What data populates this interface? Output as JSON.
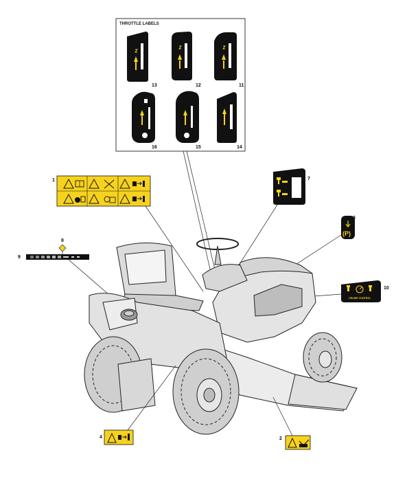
{
  "throttle_panel": {
    "title": "THROTTLE LABELS",
    "labels": [
      {
        "number": "13",
        "variant": "standard"
      },
      {
        "number": "12",
        "variant": "standard"
      },
      {
        "number": "11",
        "variant": "standard"
      },
      {
        "number": "16",
        "variant": "round-hole"
      },
      {
        "number": "15",
        "variant": "round-hole"
      },
      {
        "number": "14",
        "variant": "plain"
      }
    ]
  },
  "callouts": {
    "l1": "1",
    "l2": "2",
    "l3": "3",
    "l4": "4",
    "l7": "7",
    "l8": "8",
    "l9": "9",
    "l10": "10"
  },
  "decal_text": {
    "parking": "(P)",
    "cruise": "CRUISE CONTROL"
  },
  "colors": {
    "warning_yellow": "#f6d21e",
    "decal_black": "#111111",
    "line": "#222222"
  }
}
